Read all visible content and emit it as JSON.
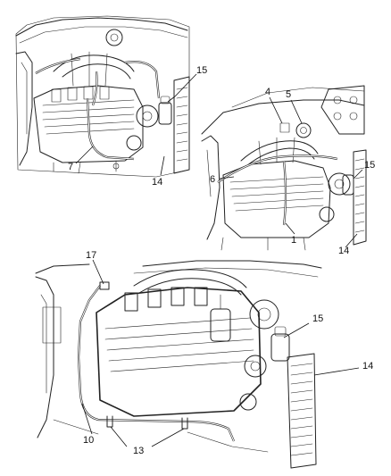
{
  "views": [
    {
      "name": "upper-left-view",
      "callouts": [
        "15",
        "7",
        "14"
      ]
    },
    {
      "name": "upper-right-view",
      "callouts": [
        "4",
        "5",
        "15",
        "6",
        "1",
        "14"
      ]
    },
    {
      "name": "lower-view",
      "callouts": [
        "17",
        "15",
        "14",
        "10",
        "13"
      ]
    }
  ]
}
